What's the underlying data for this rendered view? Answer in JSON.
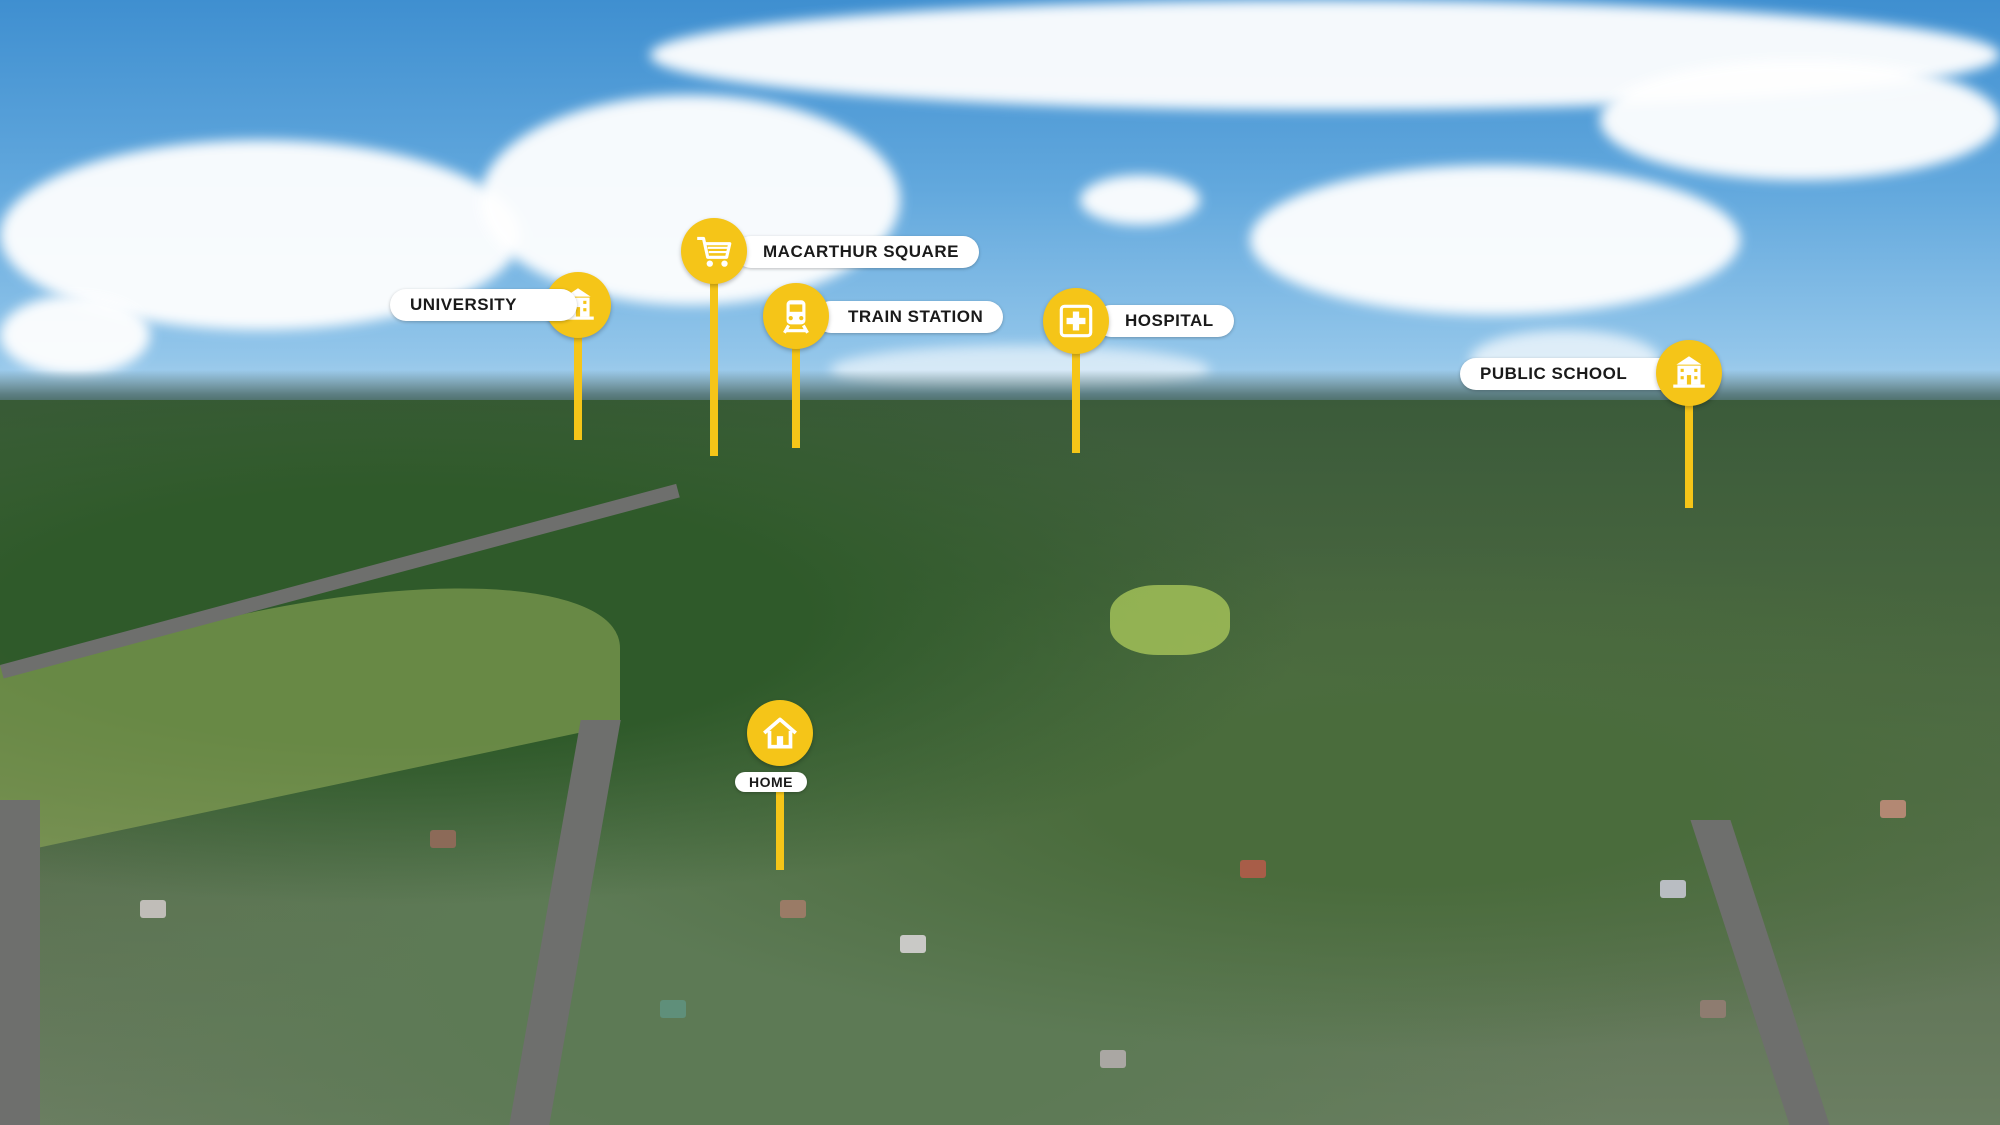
{
  "markers": {
    "university": {
      "label": "UNIVERSITY",
      "icon": "school-building-icon"
    },
    "macarthur_square": {
      "label": "MACARTHUR SQUARE",
      "icon": "shopping-cart-icon"
    },
    "train_station": {
      "label": "TRAIN STATION",
      "icon": "train-icon"
    },
    "hospital": {
      "label": "HOSPITAL",
      "icon": "medical-cross-icon"
    },
    "public_school": {
      "label": "PUBLIC SCHOOL",
      "icon": "school-building-icon"
    },
    "home": {
      "label": "HOME",
      "icon": "house-icon"
    }
  },
  "colors": {
    "marker": "#f5c518",
    "label_bg": "#ffffff",
    "label_text": "#1a1a1a"
  }
}
